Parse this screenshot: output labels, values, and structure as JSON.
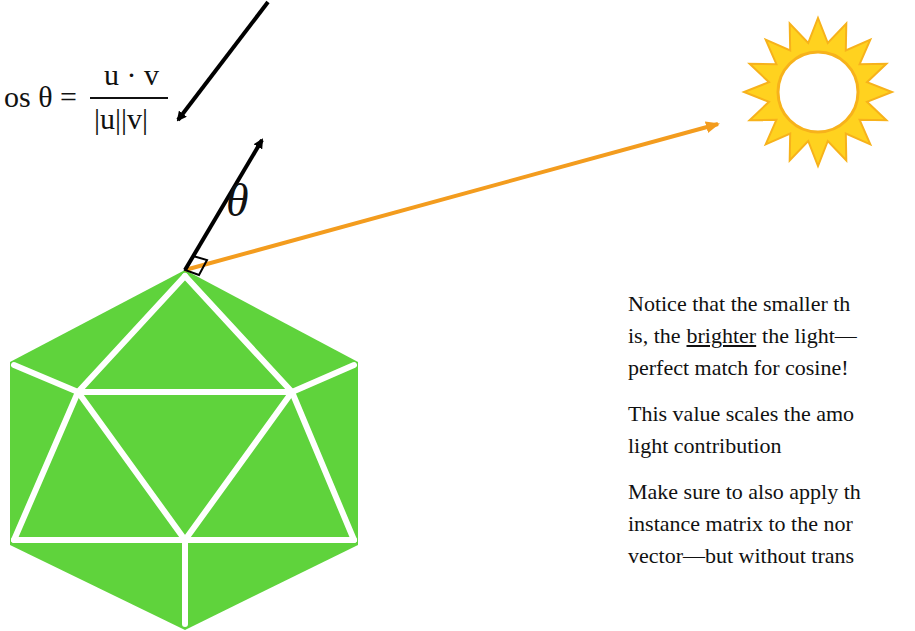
{
  "diagram": {
    "labels": [
      "os θ =",
      "u · v",
      "|u||v|",
      "θ",
      "Notice that the smaller th",
      "is, the",
      "brighter",
      "the light—",
      "perfect match for cosine!",
      "This value scales the amo",
      "light contribution",
      "Make sure to also apply th",
      "instance matrix to the nor",
      "vector—but without trans"
    ]
  }
}
